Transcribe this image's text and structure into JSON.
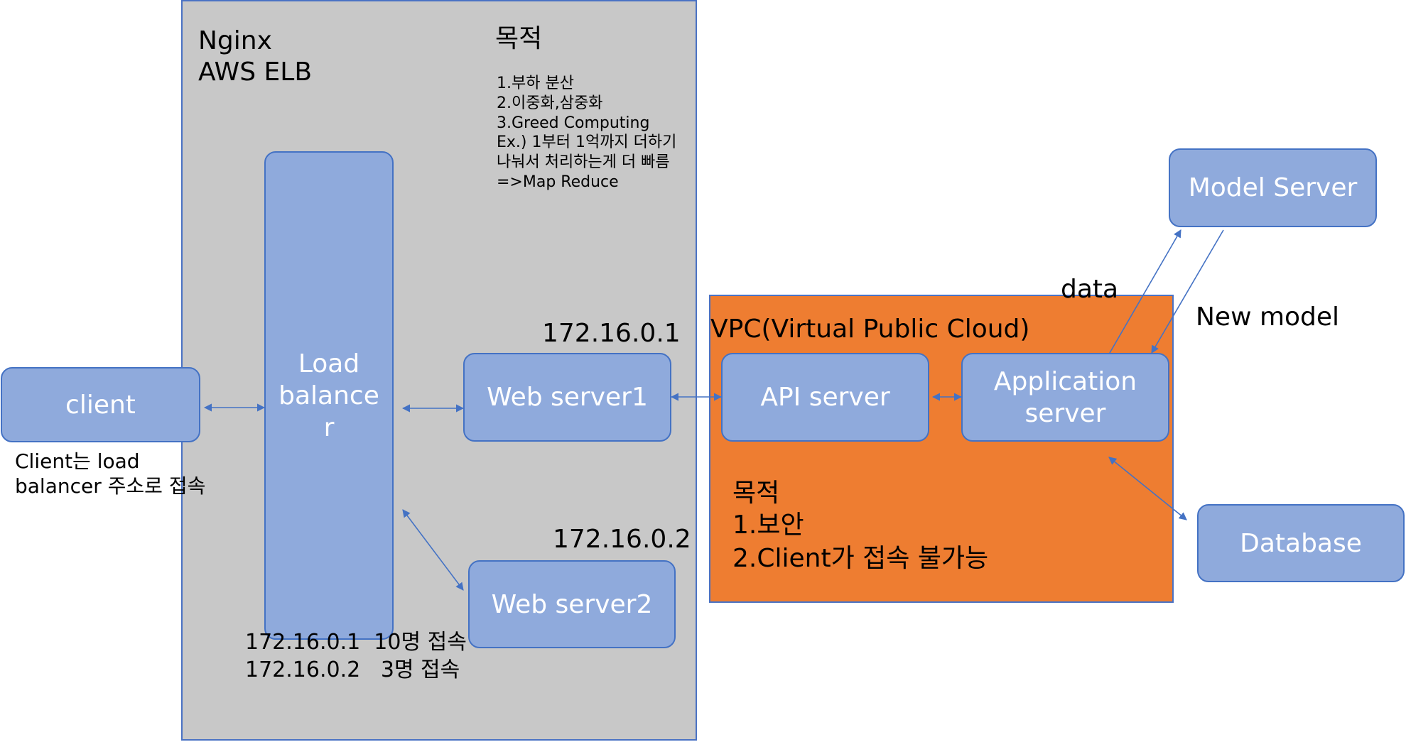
{
  "colors": {
    "box_fill": "#8faadc",
    "box_border": "#4472c4",
    "gray_panel": "#c8c8c8",
    "orange_panel": "#ee7d31",
    "arrow": "#4472c4"
  },
  "nginx_panel": {
    "title_line1": "Nginx",
    "title_line2": "AWS ELB",
    "purpose_title": "목적",
    "purpose_lines": [
      "1.부하 분산",
      "2.이중화,삼중화",
      "3.Greed Computing",
      "Ex.) 1부터 1억까지 더하기",
      "나눠서 처리하는게 더 빠름",
      "=>Map Reduce"
    ]
  },
  "nodes": {
    "client": "client",
    "load_balancer_line1": "Load",
    "load_balancer_line2": "balance",
    "load_balancer_line3": "r",
    "web_server1": "Web server1",
    "web_server2": "Web server2",
    "api_server": "API server",
    "application_server_line1": "Application",
    "application_server_line2": "server",
    "model_server": "Model Server",
    "database": "Database"
  },
  "labels": {
    "client_note_line1": "Client는 load",
    "client_note_line2": "balancer 주소로 접속",
    "ip_web1": "172.16.0.1",
    "ip_web2": "172.16.0.2",
    "connections_line1": "172.16.0.1  10명 접속",
    "connections_line2": "172.16.0.2   3명 접속",
    "vpc_title": "VPC(Virtual Public Cloud)",
    "data_label": "data",
    "new_model_label": "New model"
  },
  "vpc_panel": {
    "purpose_title": "목적",
    "purpose_line1": "1.보안",
    "purpose_line2": "2.Client가 접속 불가능"
  }
}
